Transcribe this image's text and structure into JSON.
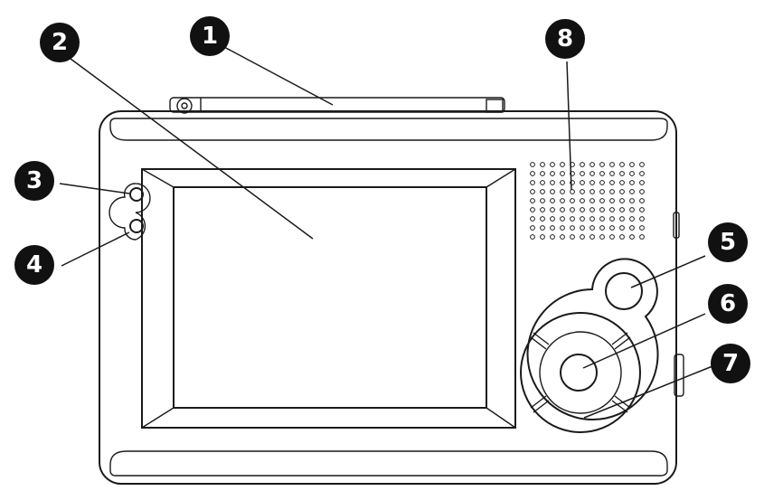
{
  "callouts": [
    {
      "id": "c1",
      "label": "1"
    },
    {
      "id": "c2",
      "label": "2"
    },
    {
      "id": "c3",
      "label": "3"
    },
    {
      "id": "c4",
      "label": "4"
    },
    {
      "id": "c5",
      "label": "5"
    },
    {
      "id": "c6",
      "label": "6"
    },
    {
      "id": "c7",
      "label": "7"
    },
    {
      "id": "c8",
      "label": "8"
    }
  ],
  "colors": {
    "line": "#1a1a1a",
    "badge": "#111111",
    "background": "#ffffff"
  }
}
